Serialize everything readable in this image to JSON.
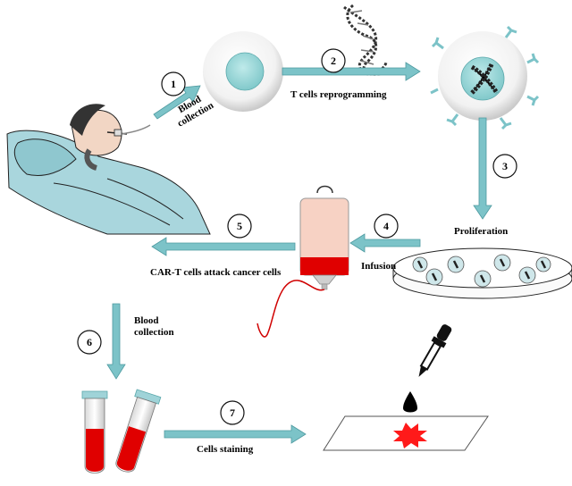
{
  "steps": [
    {
      "number": "1",
      "label": "Blood\ncollection"
    },
    {
      "number": "2",
      "label": "T cells reprogramming"
    },
    {
      "number": "3",
      "label": "Proliferation"
    },
    {
      "number": "4",
      "label": "Infusion"
    },
    {
      "number": "5",
      "label": "CAR-T cells attack cancer cells"
    },
    {
      "number": "6",
      "label": "Blood\ncollection"
    },
    {
      "number": "7",
      "label": "Cells staining"
    }
  ],
  "colors": {
    "arrow": "#7cc3c8",
    "arrow_edge": "#4e9aa0",
    "cell_nucleus": "#8ed3d5",
    "blood": "#e00000",
    "iv_bag": "#f7d2c4",
    "stain": "#ff1a1a"
  }
}
